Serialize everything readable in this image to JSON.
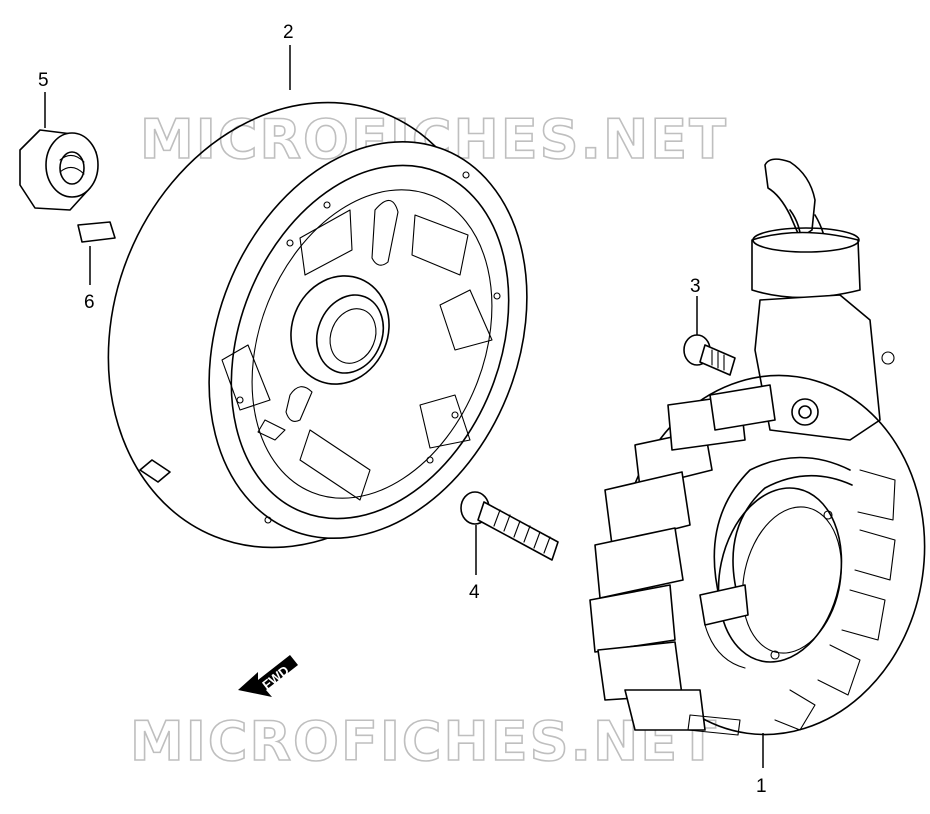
{
  "watermark": {
    "top": "MICROFICHES.NET",
    "bottom": "MICROFICHES.NET"
  },
  "callouts": [
    {
      "label": "1",
      "part": "stator"
    },
    {
      "label": "2",
      "part": "flywheel-rotor"
    },
    {
      "label": "3",
      "part": "small-bolt"
    },
    {
      "label": "4",
      "part": "long-bolt"
    },
    {
      "label": "5",
      "part": "nut"
    },
    {
      "label": "6",
      "part": "key"
    }
  ],
  "fwd_label": "FWD",
  "colors": {
    "line": "#000000",
    "watermark": "#bfbfbf",
    "background": "#ffffff"
  }
}
